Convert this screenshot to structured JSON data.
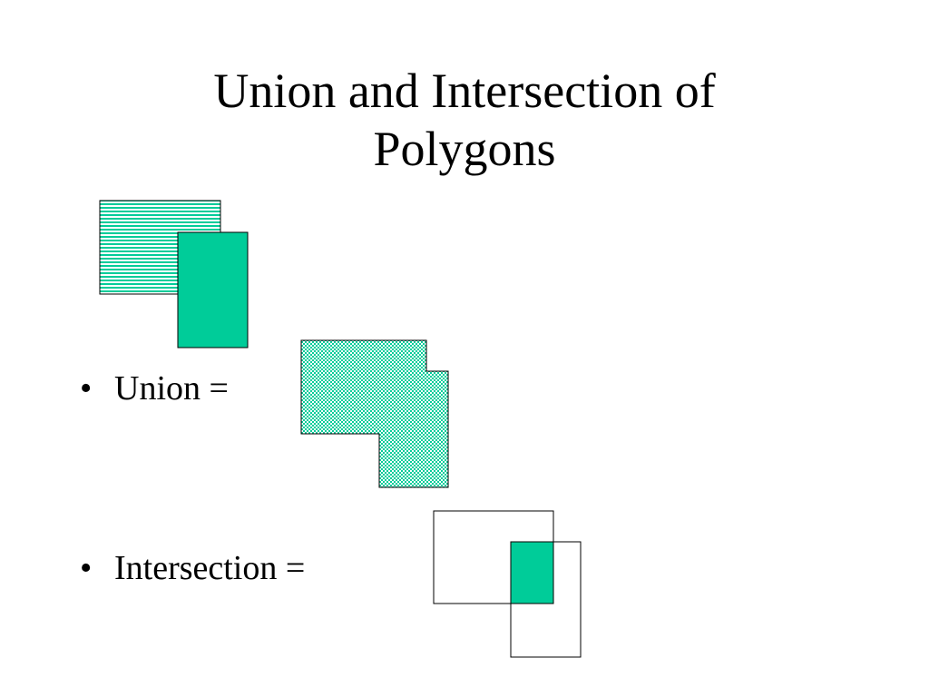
{
  "slide": {
    "title_line1": "Union and Intersection of",
    "title_line2": "Polygons"
  },
  "bullets": {
    "marker": "•",
    "union_label": "Union =",
    "intersection_label": "Intersection ="
  },
  "colors": {
    "fill": "#00cc99",
    "stroke": "#000000",
    "background": "#ffffff"
  }
}
